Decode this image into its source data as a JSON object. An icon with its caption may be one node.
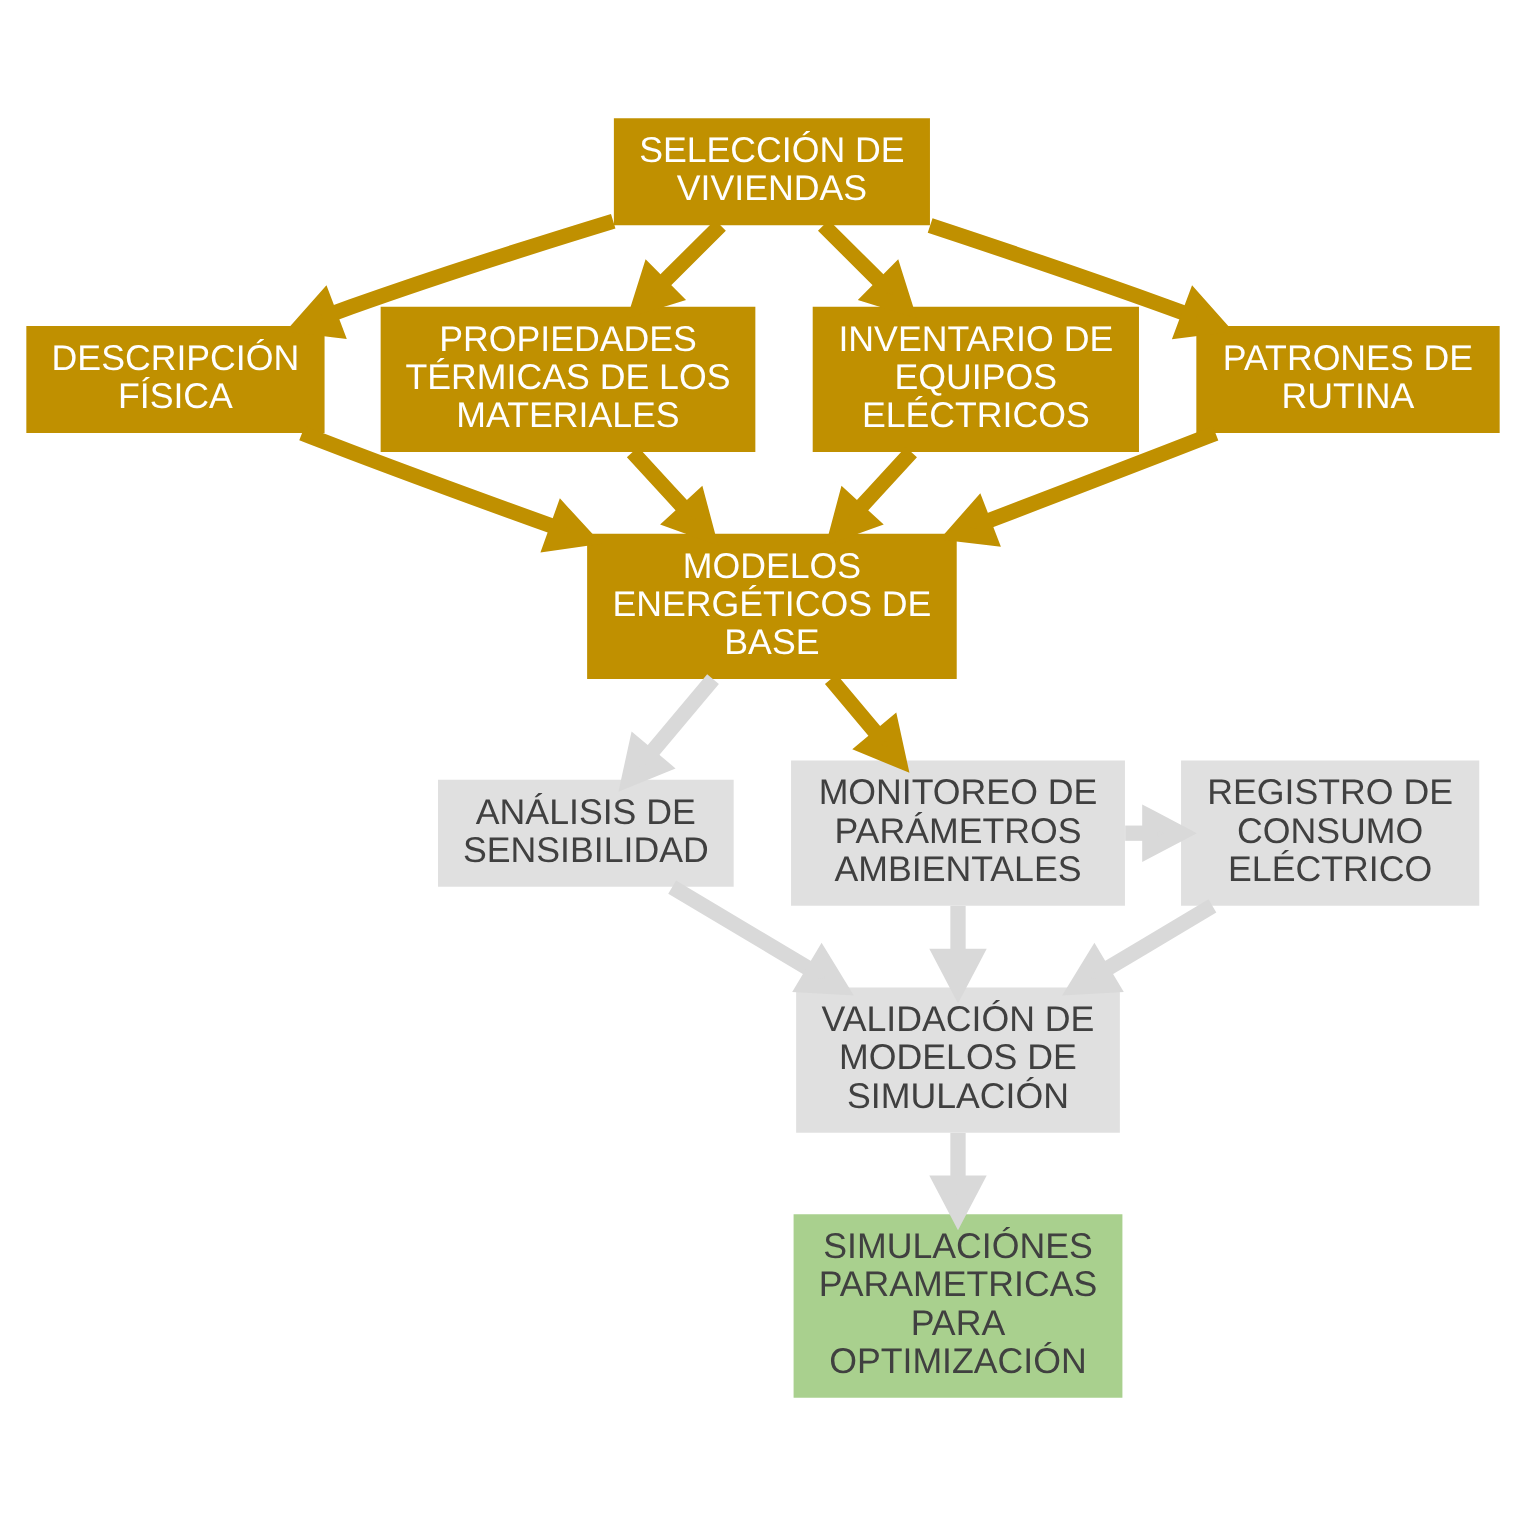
{
  "diagram": {
    "nodes": [
      {
        "text": [
          "SELECCIÓN DE VIVIENDAS"
        ]
      },
      {
        "text": [
          "DESCRIPCIÓN FÍSICA"
        ]
      },
      {
        "text": [
          "PROPIEDADES TÉRMICAS DE LOS MATERIALES"
        ]
      },
      {
        "text": [
          "INVENTARIO DE EQUIPOS ELÉCTRICOS"
        ]
      },
      {
        "text": [
          "PATRONES DE RUTINA"
        ]
      },
      {
        "text": [
          "MODELOS ENERGÉTICOS DE BASE"
        ]
      },
      {
        "text": [
          "ANÁLISIS DE SENSIBILIDAD"
        ]
      },
      {
        "text": [
          "MONITOREO DE PARÁMETROS AMBIENTALES"
        ]
      },
      {
        "text": [
          "REGISTRO DE CONSUMO ELÉCTRICO"
        ]
      },
      {
        "text": [
          "VALIDACIÓN DE MODELOS DE SIMULACIÓN"
        ]
      },
      {
        "text": [
          "SIMULACIÓNES PARAMETRICAS PARA OPTIMIZACIÓN"
        ]
      }
    ],
    "edges": [
      {
        "from": 0,
        "to": 1,
        "arrow": "to"
      },
      {
        "from": 0,
        "to": 2,
        "arrow": "to"
      },
      {
        "from": 0,
        "to": 3,
        "arrow": "to"
      },
      {
        "from": 0,
        "to": 4,
        "arrow": "to"
      },
      {
        "from": 1,
        "to": 5,
        "arrow": "to"
      },
      {
        "from": 2,
        "to": 5,
        "arrow": "to"
      },
      {
        "from": 3,
        "to": 5,
        "arrow": "to"
      },
      {
        "from": 4,
        "to": 5,
        "arrow": "to"
      },
      {
        "from": 5,
        "to": 6,
        "arrow": "to",
        "color": "#d9d9d9"
      },
      {
        "from": 5,
        "to": 7,
        "arrow": "to"
      },
      {
        "from": 7,
        "to": 8,
        "arrow": "to",
        "color": "#d9d9d9"
      },
      {
        "from": 6,
        "to": 9,
        "arrow": "to",
        "color": "#d9d9d9"
      },
      {
        "from": 7,
        "to": 9,
        "arrow": "to",
        "color": "#d9d9d9"
      },
      {
        "from": 8,
        "to": 9,
        "arrow": "to",
        "color": "#d9d9d9"
      },
      {
        "from": 9,
        "to": 10,
        "arrow": "to",
        "color": "#d9d9d9"
      }
    ]
  }
}
